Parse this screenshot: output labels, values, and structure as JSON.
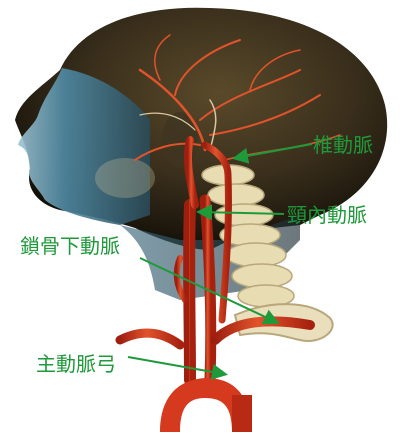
{
  "labels": {
    "vertebral": "椎動脈",
    "internal_carotid": "頸內動脈",
    "subclavian": "鎖骨下動脈",
    "aortic_arch": "主動脈弓"
  },
  "colors": {
    "label": "#1f9a3a",
    "artery": "#d63a1e",
    "bone": "#e8dcb2",
    "head_shadow": "#2b2418",
    "skin_blue": "#3c6f86"
  }
}
